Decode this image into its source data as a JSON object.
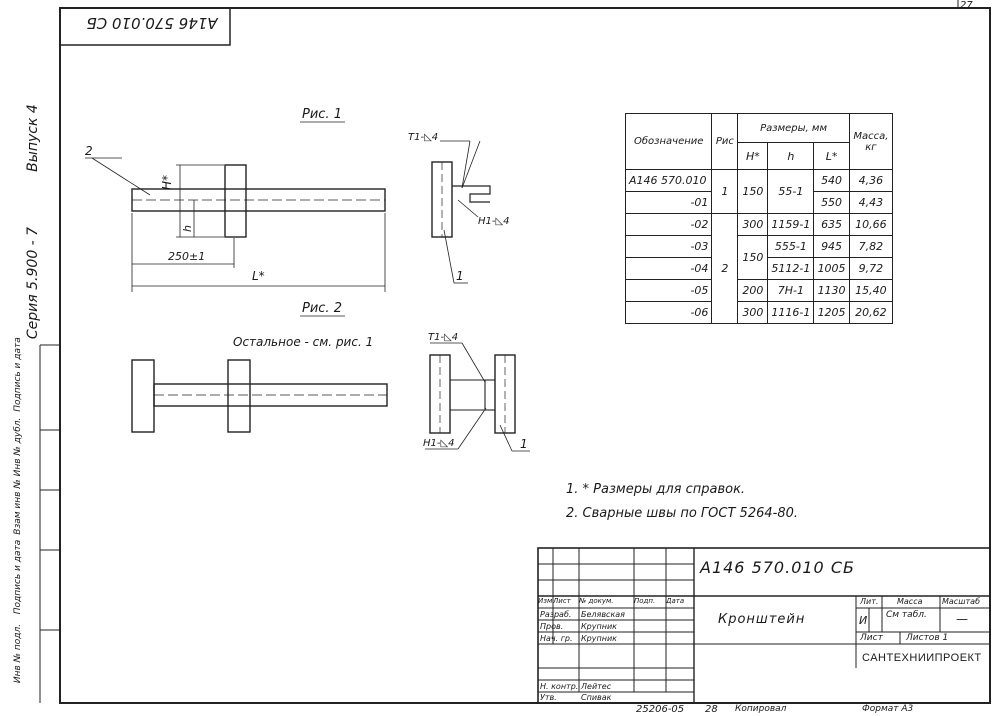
{
  "sheet_number": "27",
  "doc_code_rotated": "А146 570.010 СБ",
  "side_labels": {
    "vypusk": "Выпуск 4",
    "seriya": "Серия 5.900 - 7"
  },
  "left_strip": [
    "Инв № подл.",
    "Подпись и дата",
    "Взам инв №",
    "Инв № дубл.",
    "Подпись и дата"
  ],
  "fig1": {
    "title": "Рис. 1",
    "pos": "2",
    "H": "Н*",
    "h": "h",
    "dim_250": "250±1",
    "L": "L*",
    "part": "1",
    "weld_top": "Т1-◺4",
    "weld_side": "Н1-◺4"
  },
  "fig2": {
    "title": "Рис. 2",
    "note": "Остальное - см. рис. 1",
    "part": "1",
    "weld_top": "Т1-◺4",
    "weld_bottom": "Н1-◺4"
  },
  "table": {
    "header_designation": "Обозначение",
    "header_fig": "Рис",
    "header_dims": "Размеры, мм",
    "header_mass": "Масса, кг",
    "col_H": "Н*",
    "col_h": "h",
    "col_L": "L*",
    "rows": [
      {
        "des": "А146 570.010",
        "L": "540",
        "m": "4,36"
      },
      {
        "des": "-01",
        "L": "550",
        "m": "4,43"
      },
      {
        "des": "-02",
        "H": "300",
        "h": "1159-1",
        "L": "635",
        "m": "10,66"
      },
      {
        "des": "-03",
        "h": "555-1",
        "L": "945",
        "m": "7,82"
      },
      {
        "des": "-04",
        "h": "5112-1",
        "L": "1005",
        "m": "9,72"
      },
      {
        "des": "-05",
        "H": "200",
        "h": "7Н-1",
        "L": "1130",
        "m": "15,40"
      },
      {
        "des": "-06",
        "H": "300",
        "h": "1116-1",
        "L": "1205",
        "m": "20,62"
      }
    ],
    "merged": {
      "fig_1": "1",
      "H_150_a": "150",
      "h_55": "55-1",
      "fig_2": "2",
      "H_150_b": "150"
    }
  },
  "notes": [
    "1. * Размеры для справок.",
    "2. Сварные швы по ГОСТ 5264-80."
  ],
  "title_block": {
    "code": "А146 570.010 СБ",
    "name": "Кронштейн",
    "lit_label": "Лит.",
    "lit": "И",
    "mass_label": "Масса",
    "mass": "См табл.",
    "scale_label": "Масштаб",
    "scale": "—",
    "sheet_label": "Лист",
    "sheets_label": "Листов 1",
    "org": "САНТЕХНИИПРОЕКТ",
    "cols": [
      "Изм",
      "Лист",
      "№ докум.",
      "Подп.",
      "Дата"
    ],
    "roles": [
      {
        "role": "Разраб.",
        "name": "Белявская"
      },
      {
        "role": "Пров.",
        "name": "Крупник"
      },
      {
        "role": "Нач. гр.",
        "name": "Крупник"
      },
      {
        "role": "Н. контр.",
        "name": "Лейтес"
      },
      {
        "role": "Утв.",
        "name": "Спивак"
      }
    ]
  },
  "footer": {
    "inv": "25206-05",
    "num": "28",
    "copied": "Копировал",
    "format": "Формат А3"
  }
}
